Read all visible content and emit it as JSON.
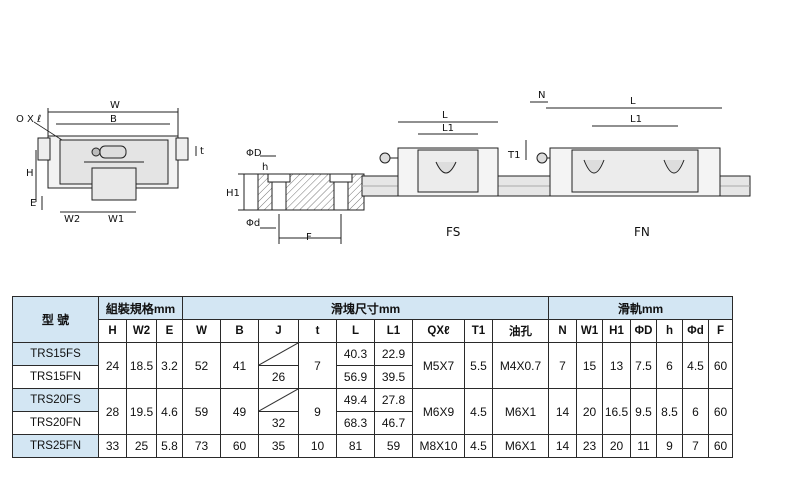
{
  "figure_labels": {
    "o_x_l": "O X ℓ",
    "w": "W",
    "b": "B",
    "t": "t",
    "h": "H",
    "e": "E",
    "w2": "W2",
    "w1": "W1",
    "phi_d_big": "ΦD",
    "phi_d_small": "Φd",
    "h_small": "h",
    "h1": "H1",
    "f": "F",
    "l": "L",
    "l1": "L1",
    "t1": "T1",
    "n": "N",
    "fs": "FS",
    "fn": "FN"
  },
  "table": {
    "group_headers": {
      "model": "型 號",
      "assembly": "組裝規格mm",
      "block": "滑塊尺寸mm",
      "rail": "滑軌mm"
    },
    "columns": [
      "H",
      "W2",
      "E",
      "W",
      "B",
      "J",
      "t",
      "L",
      "L1",
      "QXℓ",
      "T1",
      "油孔",
      "N",
      "W1",
      "H1",
      "ΦD",
      "h",
      "Φd",
      "F"
    ],
    "rows": [
      {
        "model": "TRS15FS",
        "H": "24",
        "W2": "18.5",
        "E": "3.2",
        "W": "52",
        "B": "41",
        "J": "",
        "t": "7",
        "L": "40.3",
        "L1": "22.9",
        "QXl": "M5X7",
        "T1": "5.5",
        "oil": "M4X0.7",
        "N": "7",
        "W1": "15",
        "H1": "13",
        "PD": "7.5",
        "h": "6",
        "Pd": "4.5",
        "F": "60"
      },
      {
        "model": "TRS15FN",
        "J": "26",
        "L": "56.9",
        "L1": "39.5"
      },
      {
        "model": "TRS20FS",
        "H": "28",
        "W2": "19.5",
        "E": "4.6",
        "W": "59",
        "B": "49",
        "J": "",
        "t": "9",
        "L": "49.4",
        "L1": "27.8",
        "QXl": "M6X9",
        "T1": "4.5",
        "oil": "M6X1",
        "N": "14",
        "W1": "20",
        "H1": "16.5",
        "PD": "9.5",
        "h": "8.5",
        "Pd": "6",
        "F": "60"
      },
      {
        "model": "TRS20FN",
        "J": "32",
        "L": "68.3",
        "L1": "46.7"
      },
      {
        "model": "TRS25FN",
        "H": "33",
        "W2": "25",
        "E": "5.8",
        "W": "73",
        "B": "60",
        "J": "35",
        "t": "10",
        "L": "81",
        "L1": "59",
        "QXl": "M8X10",
        "T1": "4.5",
        "oil": "M6X1",
        "N": "14",
        "W1": "23",
        "H1": "20",
        "PD": "11",
        "h": "9",
        "Pd": "7",
        "F": "60"
      }
    ]
  }
}
